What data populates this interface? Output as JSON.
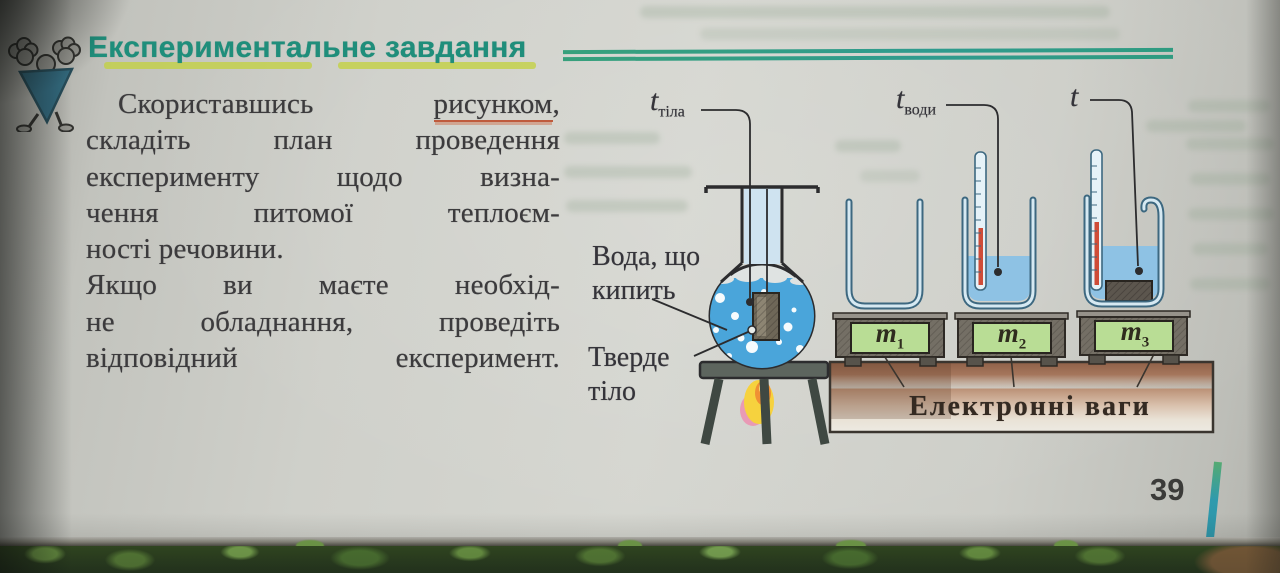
{
  "header": {
    "title": "Експериментальне завдання"
  },
  "task": {
    "l1_pre": "Скориставшись ",
    "l1_underlined": "рисунком",
    "l1_post": ",",
    "l2": "складіть план проведення",
    "l3": "експерименту щодо визна-",
    "l4": "чення питомої теплоєм-",
    "l5": "ності речовини.",
    "l6": "Якщо ви маєте необхід-",
    "l7": "не обладнання, проведіть",
    "l8": "відповідний експеримент."
  },
  "diagram": {
    "t_body": {
      "sym": "t",
      "sub": "тіла"
    },
    "t_water": {
      "sym": "t",
      "sub": "води"
    },
    "t_final": {
      "sym": "t",
      "sub": ""
    },
    "boiling_line1": "Вода, що",
    "boiling_line2": "кипить",
    "solid_line1": "Тверде",
    "solid_line2": "тіло",
    "mass1": {
      "sym": "m",
      "sub": "1"
    },
    "mass2": {
      "sym": "m",
      "sub": "2"
    },
    "mass3": {
      "sym": "m",
      "sub": "3"
    },
    "caption": "Електронні ваги"
  },
  "page_number": "39",
  "colors": {
    "heading": "#1f8e7b",
    "accent_underline": "#c3d141",
    "header_rule": "#2f9b80",
    "word_underline": "#bf5b3d",
    "flask_water": "#4aa5da",
    "beaker_water": "#8ec2e4",
    "scale_display": "#b9dd95",
    "edge_stripe": "#2f9aad"
  }
}
